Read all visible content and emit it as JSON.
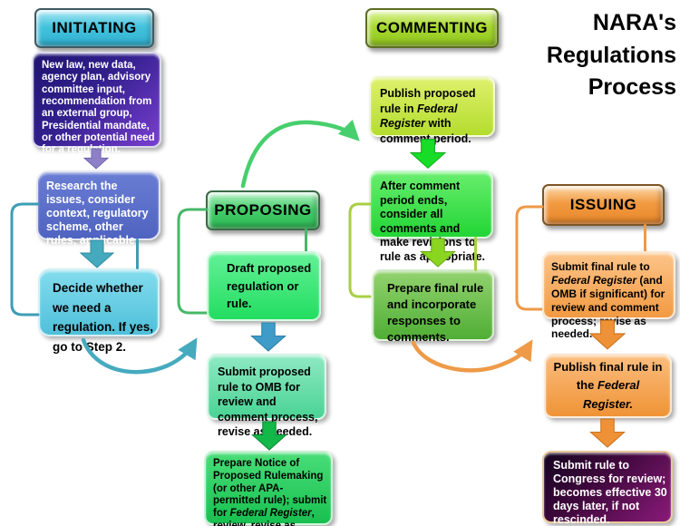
{
  "title": {
    "lines": [
      "NARA's",
      "Regulations",
      "Process"
    ]
  },
  "columns": {
    "initiating": {
      "header": "INITIATING",
      "need_box": "New law, new data, agency plan, advisory committee input, recommendation from an external group, Presidential mandate, or other potential need for a regulation.",
      "research_box": "Research the issues, consider context, regulatory scheme, other rules, applicable law and other factors.",
      "decide_box": "Decide whether we need a regulation. If yes, go to Step 2."
    },
    "proposing": {
      "header": "PROPOSING",
      "draft_box": "Draft proposed regulation or rule.",
      "omb_box": "Submit proposed rule to OMB for review and comment process, revise as needed.",
      "nprm_box": {
        "pre": "Prepare Notice of Proposed Rulemaking (or other APA-permitted rule); submit for ",
        "italic": "Federal Register",
        "post": ", review, revise as needed."
      }
    },
    "commenting": {
      "header": "COMMENTING",
      "publish_box": {
        "pre": "Publish proposed rule in ",
        "italic": "Federal Register",
        "post": " with comment period."
      },
      "after_box": "After comment period ends, consider all comments and make revisions to rule as appropriate.",
      "prepare_final_box": "Prepare final rule and incorporate responses to comments."
    },
    "issuing": {
      "header": "ISSUING",
      "submit_final_box": {
        "pre": "Submit final rule to ",
        "italic": "Federal Register",
        "post": " (and OMB if significant) for review and comment process; revise as needed."
      },
      "publish_final_box": {
        "pre": "Publish final rule in the ",
        "italic": "Federal Register.",
        "post": ""
      },
      "congress_box": "Submit rule to Congress for review; becomes effective 30 days later, if not rescinded."
    }
  },
  "colors": {
    "initiating_header": "#45c3de",
    "need_box_gradient": [
      "#1d1370",
      "#7a3fd0"
    ],
    "research_box": "#5a6ec8",
    "decide_box": "#5fc9e0",
    "teal_connector": "#3d9db5",
    "purple_arrow": "#8d80c9",
    "blue_arrow": "#3f9cc9",
    "proposing_header": "#46cf6c",
    "draft_box": "#2ee06e",
    "omb_box": "#55d89c",
    "nprm_box": "#1cc456",
    "green_arrow": "#12b848",
    "commenting_header": "#a8d930",
    "publish_proposed_box": "#b8e032",
    "after_comment_box": "#2eda3c",
    "bright_green_arrow": "#18dd28",
    "yellow_green_arrow": "#8ad51f",
    "prepare_final_box": "#55b23a",
    "issuing_header": "#f29a42",
    "orange_connector": "#ee9a48",
    "congress_box_gradient": [
      "#150420",
      "#8a1a7a"
    ],
    "title_text": "#000000"
  }
}
